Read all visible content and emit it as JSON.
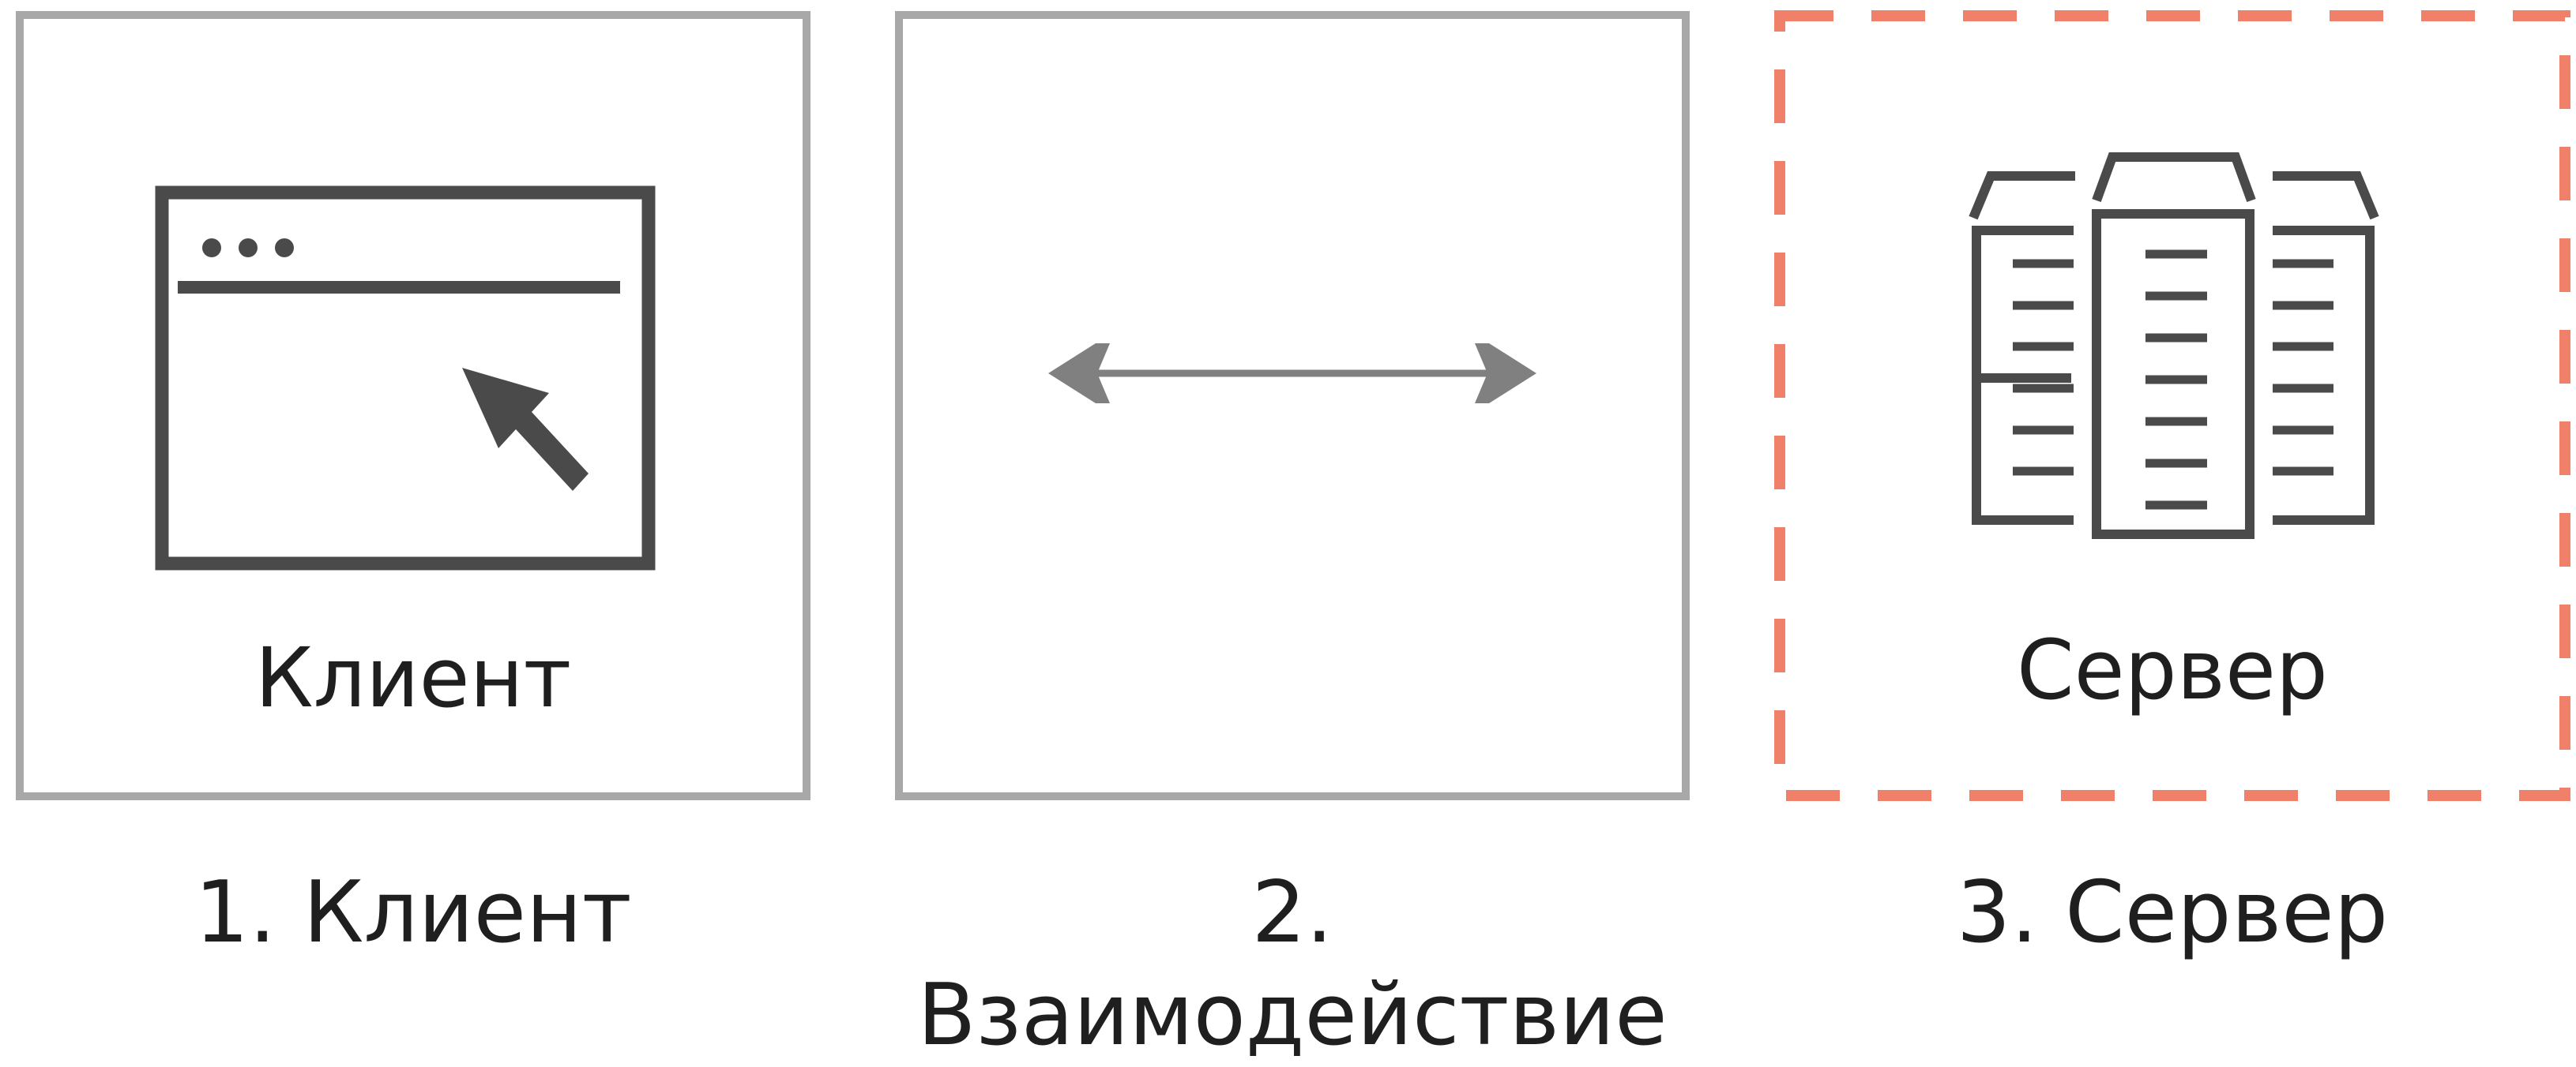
{
  "panels": {
    "client": {
      "label": "Клиент",
      "icon": "browser-window-icon"
    },
    "interaction": {
      "icon": "bidirectional-arrow-icon"
    },
    "server": {
      "label": "Сервер",
      "icon": "server-stack-icon",
      "highlighted": true
    }
  },
  "captions": [
    "1. Клиент",
    "2. Взаимодействие",
    "3. Сервер"
  ],
  "colors": {
    "panel_border": "#a8a8a8",
    "highlight_border": "#f0806a",
    "icon_dark": "#4a4a4a",
    "arrow_gray": "#808080",
    "text": "#1f1f1f"
  }
}
